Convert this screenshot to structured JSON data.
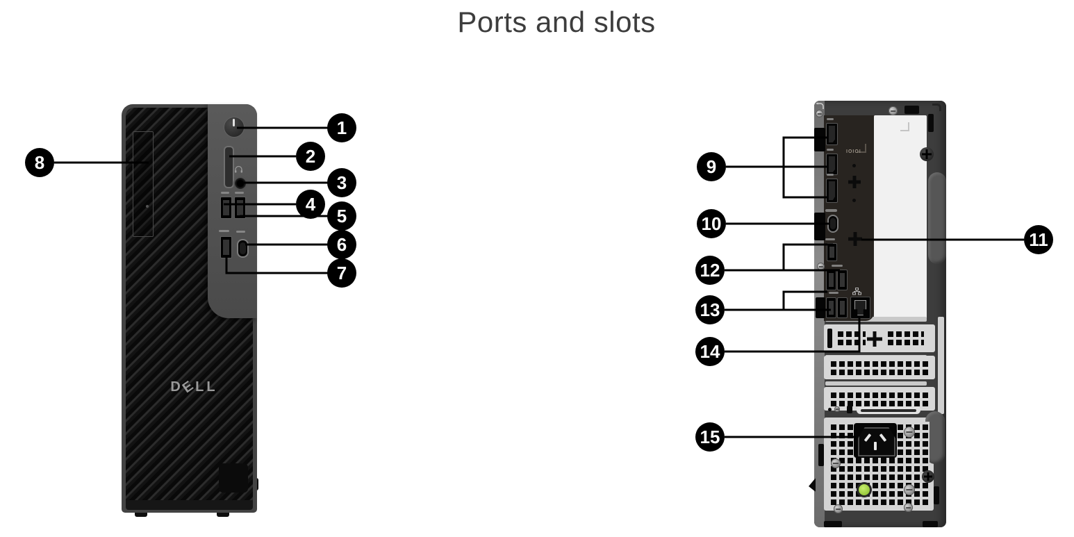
{
  "title": "Ports and slots",
  "brand": {
    "letters": [
      "D",
      "E",
      "L",
      "L"
    ]
  },
  "rear_marking": "IOIOI",
  "callouts": [
    {
      "number": "1",
      "target": "power-button"
    },
    {
      "number": "2",
      "target": "sd-card-reader"
    },
    {
      "number": "3",
      "target": "headset-jack"
    },
    {
      "number": "4",
      "target": "usb-port"
    },
    {
      "number": "5",
      "target": "usb-port"
    },
    {
      "number": "6",
      "target": "usb-c-port"
    },
    {
      "number": "7",
      "target": "usb-port"
    },
    {
      "number": "8",
      "target": "slim-drive-bay"
    },
    {
      "number": "9",
      "target": "display-ports"
    },
    {
      "number": "10",
      "target": "usb-c-port"
    },
    {
      "number": "11",
      "target": "security-screw"
    },
    {
      "number": "12",
      "target": "usb-ports"
    },
    {
      "number": "13",
      "target": "usb-ports"
    },
    {
      "number": "14",
      "target": "ethernet-port"
    },
    {
      "number": "15",
      "target": "power-connector"
    }
  ],
  "colors": {
    "callout": "#000000",
    "title_text": "#3d3d3d",
    "led_green": "#98C93C"
  }
}
